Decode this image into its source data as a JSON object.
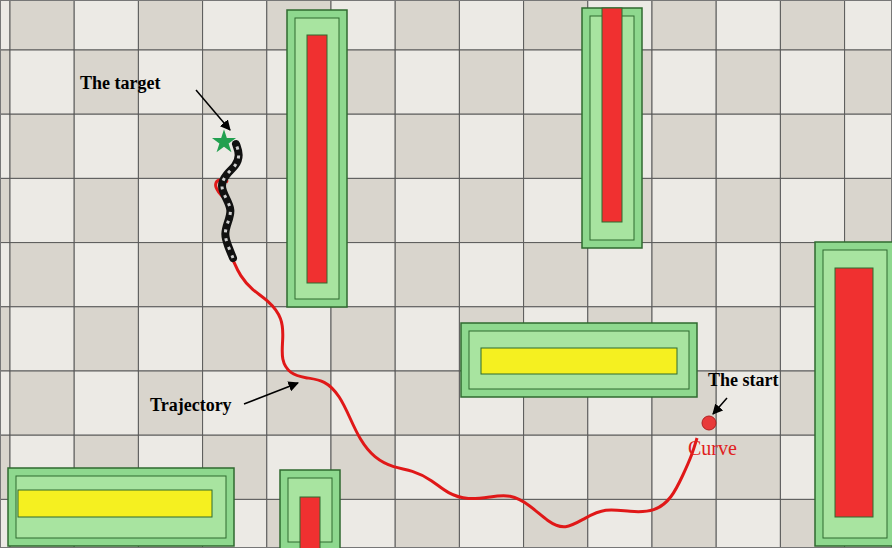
{
  "diagram": {
    "labels": [
      "The target",
      "Trajectory",
      "The start",
      "Curve"
    ]
  }
}
